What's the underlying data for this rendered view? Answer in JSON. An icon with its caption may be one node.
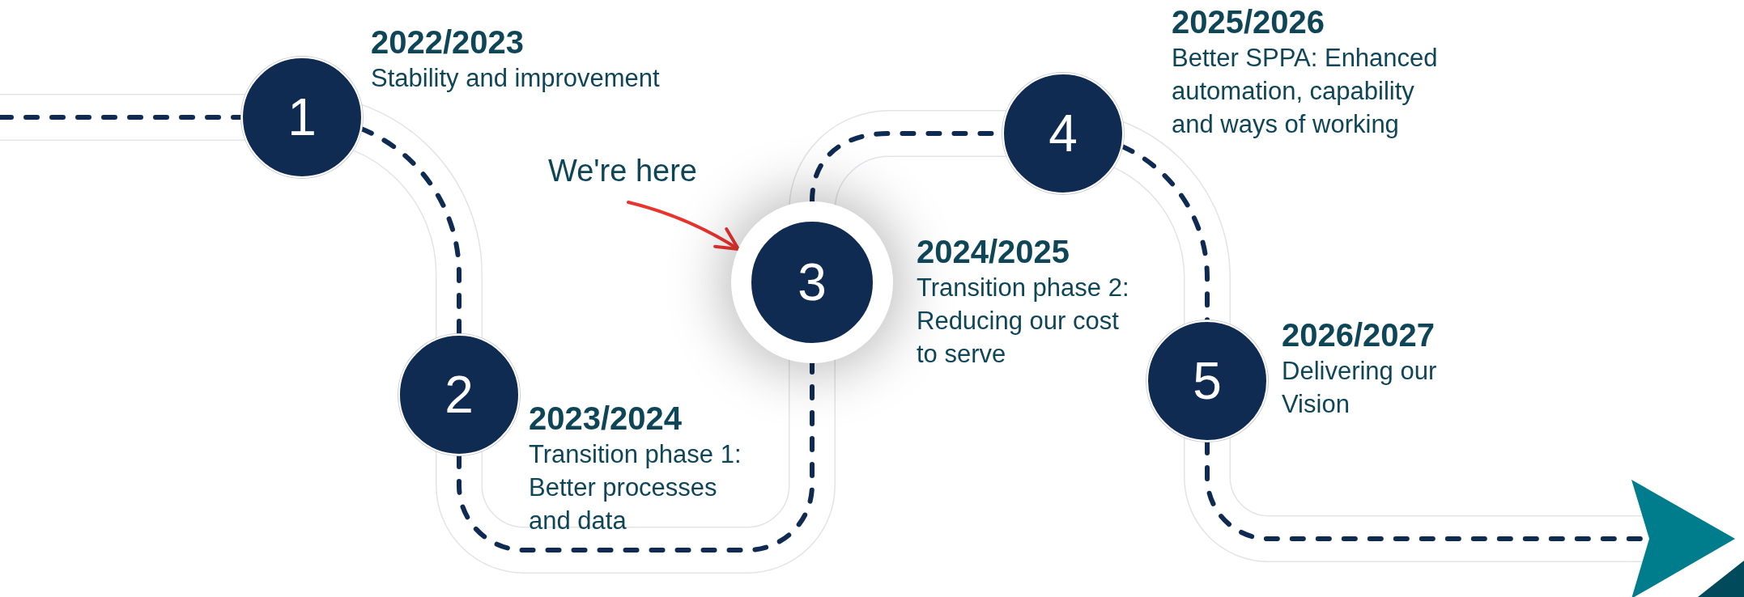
{
  "diagram": {
    "nodes": [
      {
        "text": [
          "1"
        ],
        "beside": [
          "2022/2023",
          "Stability and improvement"
        ]
      },
      {
        "text": [
          "2"
        ],
        "beside": [
          "2023/2024",
          "Transition phase 1: Better processes and data"
        ]
      },
      {
        "text": [
          "3"
        ],
        "beside": [
          "2024/2025",
          "Transition phase 2: Reducing our cost to serve"
        ]
      },
      {
        "text": [
          "4"
        ],
        "beside": [
          "2025/2026",
          "Better SPPA: Enhanced automation, capability and ways of working"
        ]
      },
      {
        "text": [
          "5"
        ],
        "beside": [
          "2026/2027",
          "Delivering our Vision"
        ]
      },
      {
        "text": [
          "We're here"
        ]
      }
    ],
    "edges": [
      {
        "from": null,
        "to": 0,
        "arrow": "none",
        "style": "dashed"
      },
      {
        "from": 0,
        "to": 1,
        "arrow": "none",
        "style": "dashed"
      },
      {
        "from": 1,
        "to": 2,
        "arrow": "none",
        "style": "dashed"
      },
      {
        "from": 2,
        "to": 3,
        "arrow": "none",
        "style": "dashed"
      },
      {
        "from": 3,
        "to": 4,
        "arrow": "none",
        "style": "dashed"
      },
      {
        "from": 4,
        "to": null,
        "arrow": "to",
        "style": "dashed"
      },
      {
        "from": 5,
        "to": 2,
        "arrow": "to",
        "color": "#e8332f"
      }
    ]
  }
}
